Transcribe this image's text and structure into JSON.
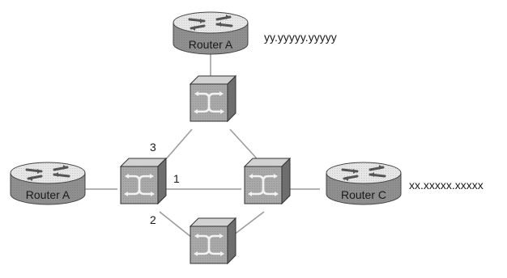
{
  "routers": [
    {
      "id": "top",
      "label": "Router A",
      "address": "yy.yyyyy.yyyyy"
    },
    {
      "id": "left",
      "label": "Router A",
      "address": ""
    },
    {
      "id": "right",
      "label": "Router C",
      "address": "xx.xxxxx.xxxxx"
    }
  ],
  "switches": [
    {
      "id": "top"
    },
    {
      "id": "left"
    },
    {
      "id": "right"
    },
    {
      "id": "bottom"
    }
  ],
  "links": [
    {
      "from": "router-top",
      "to": "switch-top",
      "label": ""
    },
    {
      "from": "router-left",
      "to": "switch-left",
      "label": ""
    },
    {
      "from": "switch-right",
      "to": "router-right",
      "label": ""
    },
    {
      "from": "switch-left",
      "to": "switch-top",
      "label": "3"
    },
    {
      "from": "switch-top",
      "to": "switch-right",
      "label": ""
    },
    {
      "from": "switch-left",
      "to": "switch-right",
      "label": "1"
    },
    {
      "from": "switch-left",
      "to": "switch-bottom",
      "label": "2"
    },
    {
      "from": "switch-bottom",
      "to": "switch-right",
      "label": ""
    }
  ],
  "colors": {
    "line": "#9a9a9a",
    "router_top": "#e6e6e6",
    "router_side": "#8f8f8f",
    "switch_front": "#a8a8a8",
    "switch_top": "#d2d2d2",
    "switch_side": "#6e6e6e",
    "text": "#1a1a1a"
  }
}
